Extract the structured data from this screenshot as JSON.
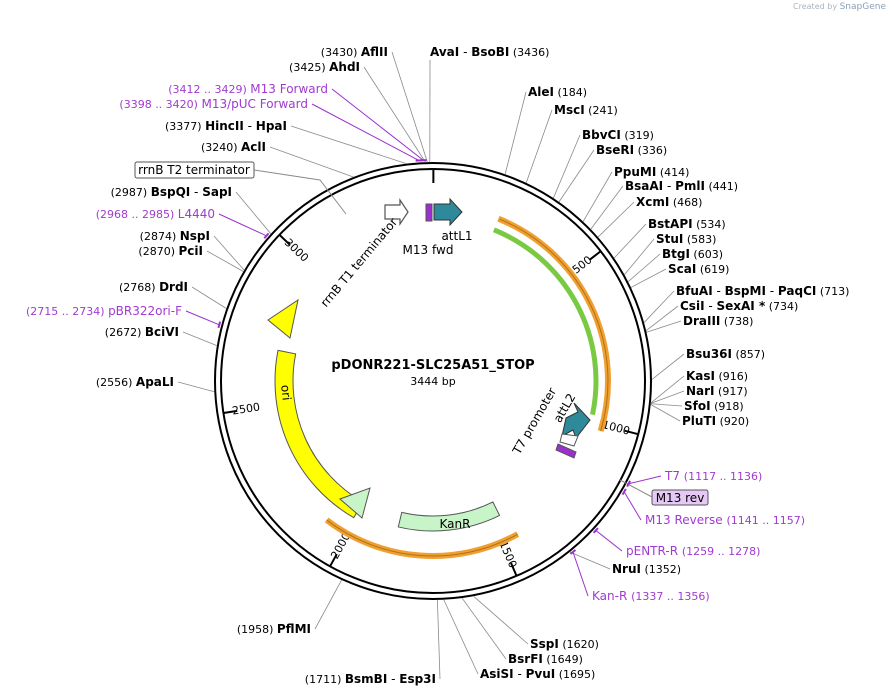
{
  "watermark": {
    "prefix": "Created by",
    "brand": "SnapGene"
  },
  "plasmid": {
    "name": "pDONR221-SLC25A51_STOP",
    "length_label": "3444 bp",
    "length": 3444
  },
  "colors": {
    "enzyme_line": "#8a8a8a",
    "enzyme_text": "#000000",
    "primer": "#9b30d0",
    "primer_text": "#a03bd0",
    "backbone": "#000000",
    "ori": "#ffff00",
    "kanr": "#c8f5c8",
    "attl_arrow": "#2e8a9a",
    "orange_arc": "#f0a030",
    "green_arc": "#7ac943"
  },
  "ticks": [
    {
      "bp": 1,
      "label": ""
    },
    {
      "bp": 500,
      "label": "500"
    },
    {
      "bp": 1000,
      "label": "1000"
    },
    {
      "bp": 1500,
      "label": "1500"
    },
    {
      "bp": 2000,
      "label": "2000"
    },
    {
      "bp": 2500,
      "label": "2500"
    },
    {
      "bp": 3000,
      "label": "3000"
    }
  ],
  "enzymes_right": [
    {
      "name": "AleI",
      "pos": "(184)",
      "bp": 184
    },
    {
      "name": "MscI",
      "pos": "(241)",
      "bp": 241
    },
    {
      "name": "BbvCI",
      "pos": "(319)",
      "bp": 319
    },
    {
      "name": "BseRI",
      "pos": "(336)",
      "bp": 336
    },
    {
      "name": "PpuMI",
      "pos": "(414)",
      "bp": 414
    },
    {
      "name": "BsaAI",
      "name2": "PmlI",
      "pos": "(441)",
      "bp": 441
    },
    {
      "name": "XcmI",
      "pos": "(468)",
      "bp": 468
    },
    {
      "name": "BstAPI",
      "pos": "(534)",
      "bp": 534
    },
    {
      "name": "StuI",
      "pos": "(583)",
      "bp": 583
    },
    {
      "name": "BtgI",
      "pos": "(603)",
      "bp": 603
    },
    {
      "name": "ScaI",
      "pos": "(619)",
      "bp": 619
    },
    {
      "name": "BfuAI",
      "name2": "BspMI",
      "name3": "PaqCI",
      "pos": "(713)",
      "bp": 713
    },
    {
      "name": "CsiI",
      "name2": "SexAI *",
      "pos": "(734)",
      "bp": 734
    },
    {
      "name": "DraIII",
      "pos": "(738)",
      "bp": 738
    },
    {
      "name": "Bsu36I",
      "pos": "(857)",
      "bp": 857
    },
    {
      "name": "KasI",
      "pos": "(916)",
      "bp": 916
    },
    {
      "name": "NarI",
      "pos": "(917)",
      "bp": 917
    },
    {
      "name": "SfoI",
      "pos": "(918)",
      "bp": 918
    },
    {
      "name": "PluTI",
      "pos": "(920)",
      "bp": 920
    },
    {
      "name": "NruI",
      "pos": "(1352)",
      "bp": 1352
    },
    {
      "name": "SspI",
      "pos": "(1620)",
      "bp": 1620
    },
    {
      "name": "BsrFI",
      "pos": "(1649)",
      "bp": 1649
    },
    {
      "name": "AsiSI",
      "name2": "PvuI",
      "pos": "(1695)",
      "bp": 1695
    }
  ],
  "enzymes_left": [
    {
      "name": "AflII",
      "pos": "(3430)",
      "bp": 3430
    },
    {
      "name": "AhdI",
      "pos": "(3425)",
      "bp": 3425
    },
    {
      "name": "HincII",
      "name2": "HpaI",
      "pos": "(3377)",
      "bp": 3377
    },
    {
      "name": "AclI",
      "pos": "(3240)",
      "bp": 3240
    },
    {
      "name": "BspQI",
      "name2": "SapI",
      "pos": "(2987)",
      "bp": 2987
    },
    {
      "name": "NspI",
      "pos": "(2874)",
      "bp": 2874
    },
    {
      "name": "PciI",
      "pos": "(2870)",
      "bp": 2870
    },
    {
      "name": "DrdI",
      "pos": "(2768)",
      "bp": 2768
    },
    {
      "name": "BciVI",
      "pos": "(2672)",
      "bp": 2672
    },
    {
      "name": "ApaLI",
      "pos": "(2556)",
      "bp": 2556
    },
    {
      "name": "PflMI",
      "pos": "(1958)",
      "bp": 1958
    },
    {
      "name": "BsmBI",
      "name2": "Esp3I",
      "pos": "(1711)",
      "bp": 1711
    }
  ],
  "enzyme_top": {
    "name": "AvaI",
    "name2": "BsoBI",
    "pos": "(3436)",
    "bp": 3436
  },
  "primers": [
    {
      "name": "M13 Forward",
      "range": "(3412 .. 3429)",
      "bp": 3420
    },
    {
      "name": "M13/pUC Forward",
      "range": "(3398 .. 3420)",
      "bp": 3409
    },
    {
      "name": "L4440",
      "range": "(2968 .. 2985)",
      "bp": 2976
    },
    {
      "name": "pBR322ori-F",
      "range": "(2715 .. 2734)",
      "bp": 2724
    },
    {
      "name": "T7",
      "range": "(1117 .. 1136)",
      "bp": 1126
    },
    {
      "name": "M13 Reverse",
      "range": "(1141 .. 1157)",
      "bp": 1149
    },
    {
      "name": "pENTR-R",
      "range": "(1259 .. 1278)",
      "bp": 1268
    },
    {
      "name": "Kan-R",
      "range": "(1337 .. 1356)",
      "bp": 1346
    }
  ],
  "features": {
    "ori": "ori",
    "kanr": "KanR",
    "rrnb_t2": "rrnB T2 terminator",
    "rrnb_t1": "rrnB T1 terminator",
    "attl1": "attL1",
    "m13fwd": "M13 fwd",
    "attl2": "attL2",
    "t7promoter": "T7 promoter",
    "m13rev": "M13 rev"
  }
}
